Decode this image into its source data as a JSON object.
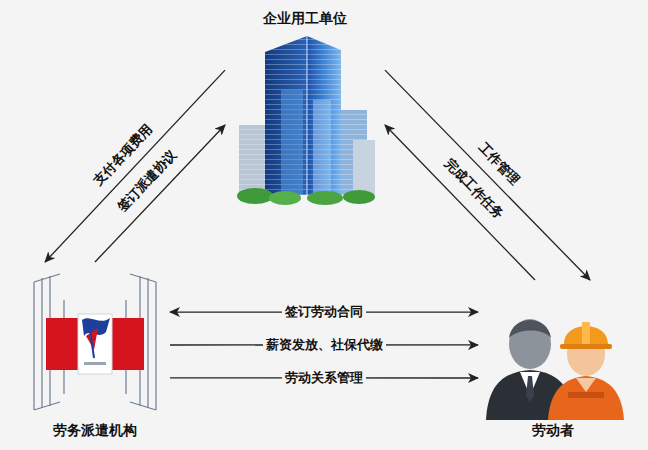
{
  "diagram": {
    "nodes": [
      {
        "text": [
          "企业用工单位"
        ]
      },
      {
        "text": [
          "劳务派遣机构"
        ]
      },
      {
        "text": [
          "劳动者"
        ]
      }
    ],
    "edges": [
      {
        "from": 0,
        "to": 1,
        "label": "支付各项费用",
        "arrow": "to"
      },
      {
        "from": 1,
        "to": 0,
        "label": "签订派遣协议",
        "arrow": "to"
      },
      {
        "from": 0,
        "to": 2,
        "label": "工作管理",
        "arrow": "to"
      },
      {
        "from": 2,
        "to": 0,
        "label": "完成工作任务",
        "arrow": "to"
      },
      {
        "from": 1,
        "to": 2,
        "label": "签订劳动合同",
        "arrow": "both"
      },
      {
        "from": 1,
        "to": 2,
        "label": "薪资发放、社保代缴",
        "arrow": "to"
      },
      {
        "from": 1,
        "to": 2,
        "label": "劳动关系管理",
        "arrow": "to"
      }
    ]
  }
}
